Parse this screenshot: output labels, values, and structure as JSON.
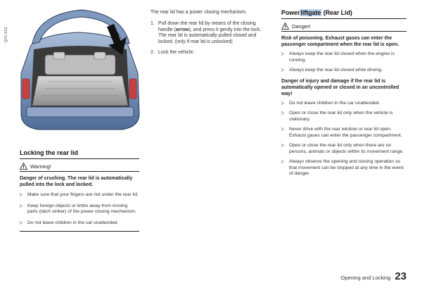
{
  "figure": {
    "code": "Q71-012"
  },
  "left": {
    "title": "Locking the rear lid",
    "warning_label": "Warning!",
    "warning_text": "Danger of crushing. The rear lid is automatically pulled into the lock and locked.",
    "bullets": [
      "Make sure that your fingers are not under the rear lid.",
      "Keep foreign objects or limbs away from moving parts (latch striker) of the power closing mechanism.",
      "Do not leave children in the car unattended."
    ]
  },
  "middle": {
    "intro": "The rear lid has a power closing mechanism.",
    "steps": [
      {
        "num": "1.",
        "text": "Pull down the rear lid by means of the closing handle (",
        "emph": "arrow",
        "tail": "), and press it gently into the lock.",
        "extra": "The rear lid is automatically pulled closed and locked. (only if rear lid is unlocked)"
      },
      {
        "num": "2.",
        "text": "Lock the vehicle.",
        "emph": "",
        "tail": "",
        "extra": ""
      }
    ]
  },
  "right": {
    "title_prefix": "Power",
    "title_highlight": "liftgate",
    "title_suffix": " (Rear Lid)",
    "danger_label": "Danger!",
    "danger_text": "Risk of poisoning. Exhaust gases can enter the passenger compartment when the rear lid is open.",
    "bullets_a": [
      "Always keep the rear lid closed when the engine is running.",
      "Always keep the rear lid closed while driving."
    ],
    "danger_text_2": "Danger of injury and damage if the rear lid is automatically opened or closed in an uncontrolled way!",
    "bullets_b": [
      "Do not leave children in the car unattended.",
      "Open or close the rear lid only when the vehicle is stationary.",
      "Never drive with the rear window or rear lid open.",
      "Open or close the rear lid only when there are no persons, animals or objects within its movement range.",
      "Always observe the opening and closing operation so that movement can be stopped at any time in the event of danger."
    ],
    "bullet_b3_extra": "Exhaust gases can enter the passenger compartment."
  },
  "footer": {
    "section": "Opening and Locking",
    "page": "23"
  },
  "colors": {
    "highlight": "#b9cfe8",
    "car_body": "#6f8fb8",
    "arrow": "#111111"
  }
}
